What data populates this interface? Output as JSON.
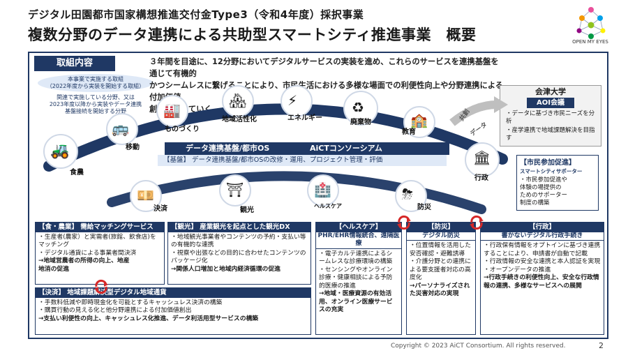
{
  "header": {
    "subtitle": "デジタル田園都市国家構想推進交付金Type3（令和4年度）採択事業",
    "title": "複数分野のデータ連携による共助型スマートシティ推進事業　概要",
    "logo_text": "OPEN MY EYES"
  },
  "torikumi": {
    "label": "取組内容",
    "ellipse": [
      "本事業で実施する取組",
      "（2022年度から実装を開始する取組）"
    ],
    "note": [
      "関連で実施している分野、又は",
      "2023年度以降から実装やデータ連携",
      "基盤接続を開始する分野"
    ]
  },
  "intro": {
    "lines": [
      "３年間を目途に、12分野においてデジタルサービスの実装を進め、これらのサービスを連携基盤を通じて有機的",
      "かつシームレスに繋げることにより、市民生活における多様な場面での利便性向上や分野連携による付加価値",
      "創出を図っていく"
    ]
  },
  "aizu": {
    "title": "会津大学",
    "aoi": "AOI会議",
    "items": [
      "・データに基づき市民ニーズを分析",
      "・産学連携で地域課題解決を目指す"
    ]
  },
  "arc_labels": {
    "monozukuri": "ものづくり",
    "chiiki": "地域活性化",
    "energy": "エネルギー",
    "haikibutsu": "廃棄物",
    "kyoiku": "教育",
    "ido": "移動",
    "shokuno": "食農",
    "gyosei": "行政",
    "kyoso": "共創",
    "data": "データ"
  },
  "platform": {
    "band_left": "データ連携基盤/都市OS",
    "band_right": "AiCTコンソーシアム",
    "band_sub": "【基盤】 データ連携基盤/都市OSの改修・運用、プロジェクト管理・評価"
  },
  "lower_labels": {
    "kessai": "決済",
    "kanko": "観光",
    "healthcare": "ヘルスケア",
    "bosai": "防災"
  },
  "sankaku": {
    "title": "【市民参加促進】",
    "sub": "スマートシティサポーター",
    "body": [
      "・市民参加促進や",
      "体験の場提供の",
      "ためのサポーター",
      "制度の構築"
    ]
  },
  "boxes": {
    "shokuno": {
      "title": "【食・農業】 需給マッチングサービス",
      "items": [
        "・生産者(農家）と実需者(旅館、飲食店)をマッチング",
        "・デジタル通貨による事業者間決済"
      ],
      "result": [
        "→地域営農者の所得の向上、地産",
        "地消の促進"
      ]
    },
    "kanko": {
      "title": "【観光】 産業観光を起点とした観光DX",
      "items": [
        "・地域観光事業者やコンテンツの予約・支払い等の有機的な連携",
        "・視察や出張などの目的に合わせたコンテンツのパッケージ化"
      ],
      "result": [
        "→関係人口増加と地域内経済循環の促進"
      ]
    },
    "health": {
      "title": "【ヘルスケア】",
      "sub": "PHR/EHR情報統合、遠隔医療",
      "items": [
        "・電子カルテ連携によるシームレスな診療環境の構築",
        "・センシングやオンライン診療・健康相談による予防的医療の推進"
      ],
      "result": [
        "→地域・医療資源の有効活用、オンライン医療サービスの充実"
      ]
    },
    "bosai": {
      "title": "【防災】",
      "sub": "デジタル防災",
      "items": [
        "・位置情報を活用した安否確認・避難誘導",
        "・介護分野との連携による要支援者対応の高度化"
      ],
      "result": [
        "→パーソナライズされた災害対応の実現"
      ]
    },
    "gyosei": {
      "title": "【行政】",
      "sub": "書かないデジタル行政手続き",
      "items": [
        "・行政保有情報をオプトインに基づき連携することにより、申請書が自動で記載",
        "・行政情報の安全な連携と本人認証を実現",
        "・オープンデータの推進"
      ],
      "result": [
        "→行政手続きの利便性向上、安全な行政情報の連携、多様なサービスへの展開"
      ]
    },
    "kessai": {
      "title": "【決済】 地域課題解決型デジタル地域通貨",
      "items": [
        "・手数料低減や即時現金化を可能とするキャッシュレス決済の構築",
        "・購買行動の見える化と他分野連携による付加価値創出"
      ],
      "result": [
        "→支払い利便性の向上、キャッシュレス化推進、データ利活用型サービスの構築"
      ]
    }
  },
  "footer": {
    "copyright": "Copyright © 2023 AiCT Consortium. All rights reserved.",
    "page": "2"
  },
  "colors": {
    "navy": "#1f3864",
    "light_blue": "#dfe9f7",
    "cycle_red": "#d62828"
  }
}
